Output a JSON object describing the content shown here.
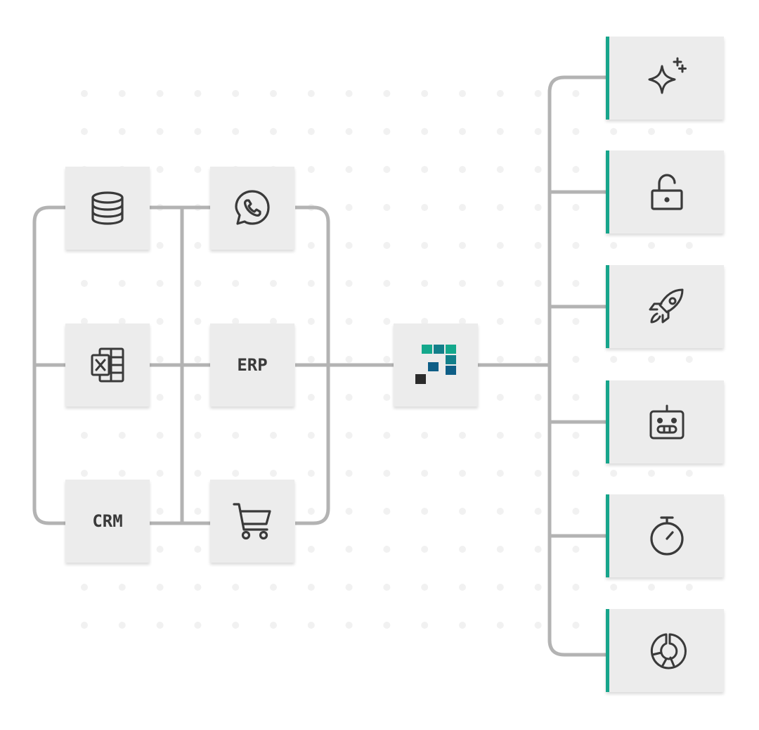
{
  "sources": [
    {
      "id": "database",
      "icon": "database-icon",
      "label": ""
    },
    {
      "id": "whatsapp",
      "icon": "whatsapp-icon",
      "label": ""
    },
    {
      "id": "excel",
      "icon": "excel-icon",
      "label": ""
    },
    {
      "id": "erp",
      "icon": "",
      "label": "ERP"
    },
    {
      "id": "crm",
      "icon": "",
      "label": "CRM"
    },
    {
      "id": "shop",
      "icon": "shopping-cart-icon",
      "label": ""
    }
  ],
  "hub": {
    "icon": "platform-logo-icon"
  },
  "outputs": [
    {
      "icon": "sparkles-icon"
    },
    {
      "icon": "unlock-icon"
    },
    {
      "icon": "rocket-icon"
    },
    {
      "icon": "robot-icon"
    },
    {
      "icon": "stopwatch-icon"
    },
    {
      "icon": "donut-chart-icon"
    }
  ],
  "colors": {
    "connector": "#b3b3b3",
    "tile": "#ececec",
    "accent": "#17a58b",
    "icon": "#3a3a3a",
    "logo_light": "#14a88c",
    "logo_mid": "#127f8a",
    "logo_dark": "#0e5e86",
    "logo_black": "#2b2b2b"
  }
}
